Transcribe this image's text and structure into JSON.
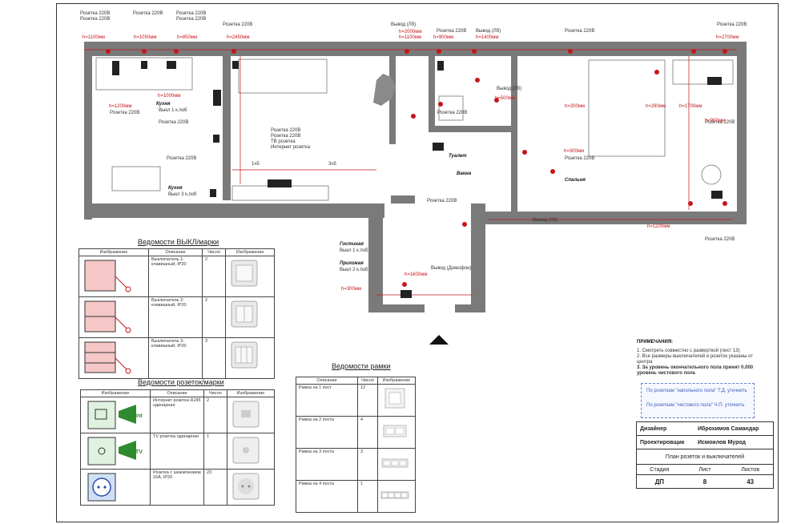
{
  "colors": {
    "wall": "#7a7a7a",
    "accent": "#c4161c",
    "dimline": "#c4161c",
    "pink": "#f6c7c7",
    "green": "#2e8b2e"
  },
  "plan": {
    "rooms": [
      {
        "id": "kitchen",
        "title": "Кухня",
        "sub": "Выкл 1 к.поб"
      },
      {
        "id": "kitchen2",
        "title": "Кухня",
        "sub": "Выкл 3 к.поб"
      },
      {
        "id": "living",
        "title": "Гостиная",
        "sub": "Выкл 1 к.поб"
      },
      {
        "id": "hall",
        "title": "Прихожая",
        "sub": "Выкл 2 к.поб"
      },
      {
        "id": "wc",
        "title": "Туалет",
        "sub": ""
      },
      {
        "id": "bath",
        "title": "Ванна",
        "sub": ""
      },
      {
        "id": "bedroom",
        "title": "Спальня",
        "sub": ""
      }
    ],
    "labels": {
      "socket220": "Розетка 220В",
      "output": "Вывод (Лб)",
      "tv_block": [
        "Розетка 220В",
        "Розетка 220В",
        "TВ розетка",
        "Интернет розетка"
      ],
      "intercom": "Вывод (Домофон)",
      "dim1": "1ч5",
      "dim2": "3ч5"
    },
    "heights": [
      "h=1100мм",
      "h=1050мм",
      "h=850мм",
      "h=2450мм",
      "h=1200мм",
      "h=1000мм",
      "h=2000мм",
      "h=1100мм",
      "h=900мм",
      "h=1400мм",
      "h=2700мм",
      "h=200мм",
      "h=290мм",
      "h=1700мм",
      "h=900мм",
      "h=500мм",
      "h=1200мм",
      "h=300мм",
      "h=1600мм",
      "h=300мм"
    ],
    "north_arrow": "▲"
  },
  "switch_table": {
    "title": "Ведомости ВЫКЛ/марки",
    "headers": [
      "Изображение",
      "Описание",
      "Число",
      "Изображение"
    ],
    "rows": [
      {
        "desc": "Выключатель 1-клавишный, IP20",
        "count": "2"
      },
      {
        "desc": "Выключатель 2-клавишный, IP20",
        "count": "2"
      },
      {
        "desc": "Выключатель 3-клавишный, IP20",
        "count": "3"
      }
    ]
  },
  "socket_table": {
    "title": "Ведомости розеток/марки",
    "headers": [
      "Изображение",
      "Описание",
      "Число",
      "Изображение"
    ],
    "rows": [
      {
        "desc": "Интернет розетка RJ45 одинарная",
        "count": "2",
        "tag": "Int"
      },
      {
        "desc": "TV розетка одинарная",
        "count": "1",
        "tag": "TV"
      },
      {
        "desc": "Розетка с заземлением 16А, IP20",
        "count": "23",
        "tag": ""
      }
    ]
  },
  "frame_table": {
    "title": "Ведомости рамки",
    "headers": [
      "Описание",
      "Число",
      "Изображение"
    ],
    "rows": [
      {
        "desc": "Рамка на 1 пост",
        "count": "12"
      },
      {
        "desc": "Рамка на 2 поста",
        "count": "4"
      },
      {
        "desc": "Рамка на 3 поста",
        "count": "3"
      },
      {
        "desc": "Рамка на 4 поста",
        "count": "1"
      }
    ]
  },
  "notes": {
    "title": "ПРИМЕЧАНИЯ:",
    "items": [
      "1. Смотреть совместно с разверткой (лист 13)",
      "2. Все размеры выключателей и розеток указаны от центра",
      "3. За уровень окончательного пола принят 0.000 уровень чистового пола"
    ],
    "box": [
      "По розеткам \"напольного пола\" Т.Д. уточнить",
      "По розеткам \"чистового пола\" Ч.П. уточнить"
    ]
  },
  "stamp": {
    "designer_k": "Дизайнер",
    "designer_v": "Иброхимов Самандар",
    "designer2_k": "Проектировщик",
    "designer2_v": "Исмоилов Мурод",
    "title": "План розеток и выключателей",
    "h1": "Стадия",
    "h2": "Лист",
    "h3": "Листов",
    "v1": "ДП",
    "v2": "8",
    "v3": "43"
  }
}
